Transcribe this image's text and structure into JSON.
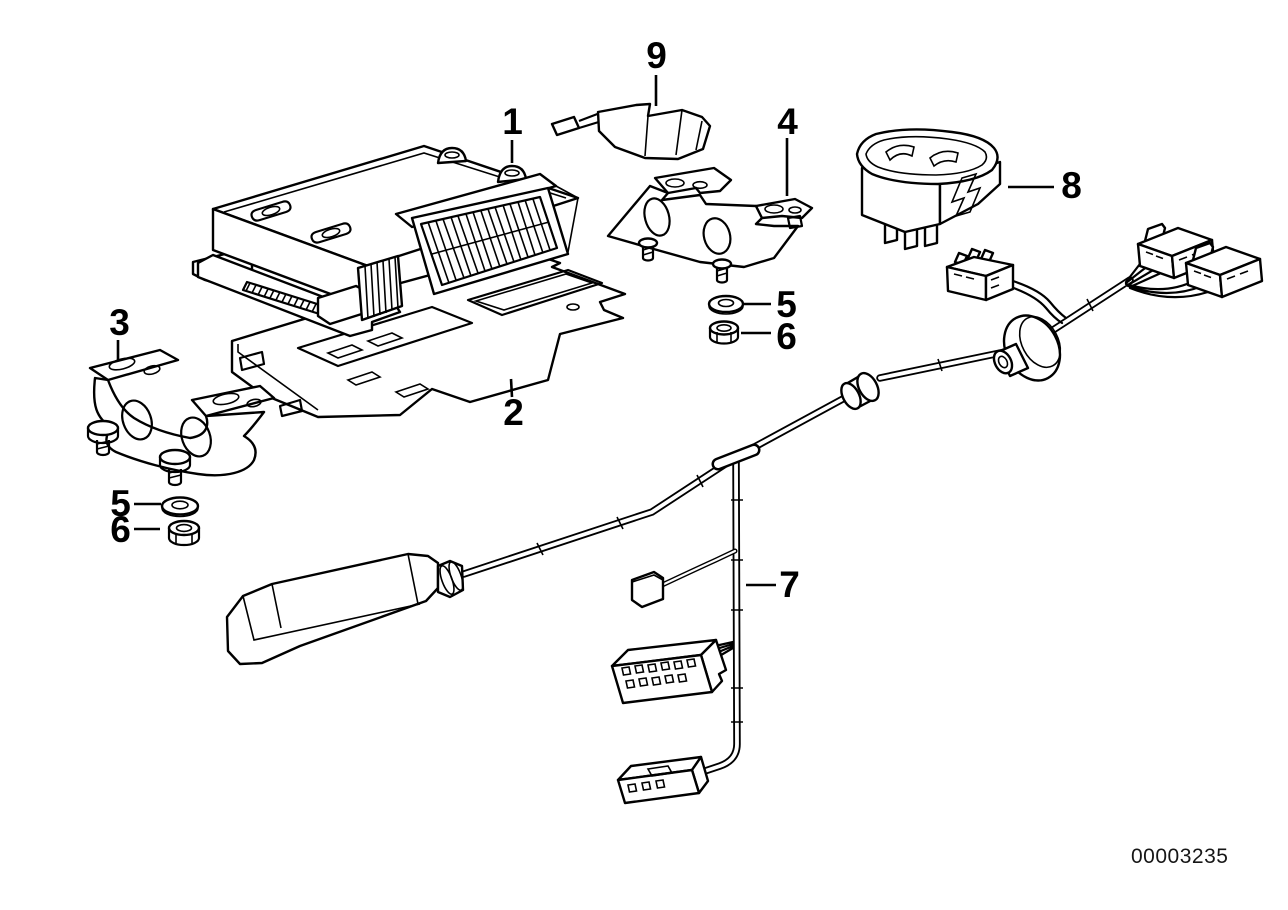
{
  "colors": {
    "background": "#ffffff",
    "line": "#000000"
  },
  "stamp": "00003235",
  "callouts": [
    {
      "text": "1",
      "part": "control-unit"
    },
    {
      "text": "2",
      "part": "mounting-plate"
    },
    {
      "text": "3",
      "part": "left-bracket"
    },
    {
      "text": "4",
      "part": "right-bracket"
    },
    {
      "text": "5",
      "part": "washer-right"
    },
    {
      "text": "6",
      "part": "hex-nut-right"
    },
    {
      "text": "5",
      "part": "washer-left"
    },
    {
      "text": "6",
      "part": "hex-nut-left"
    },
    {
      "text": "7",
      "part": "wiring-harness"
    },
    {
      "text": "8",
      "part": "rocker-switch"
    },
    {
      "text": "9",
      "part": "retaining-clip"
    }
  ]
}
